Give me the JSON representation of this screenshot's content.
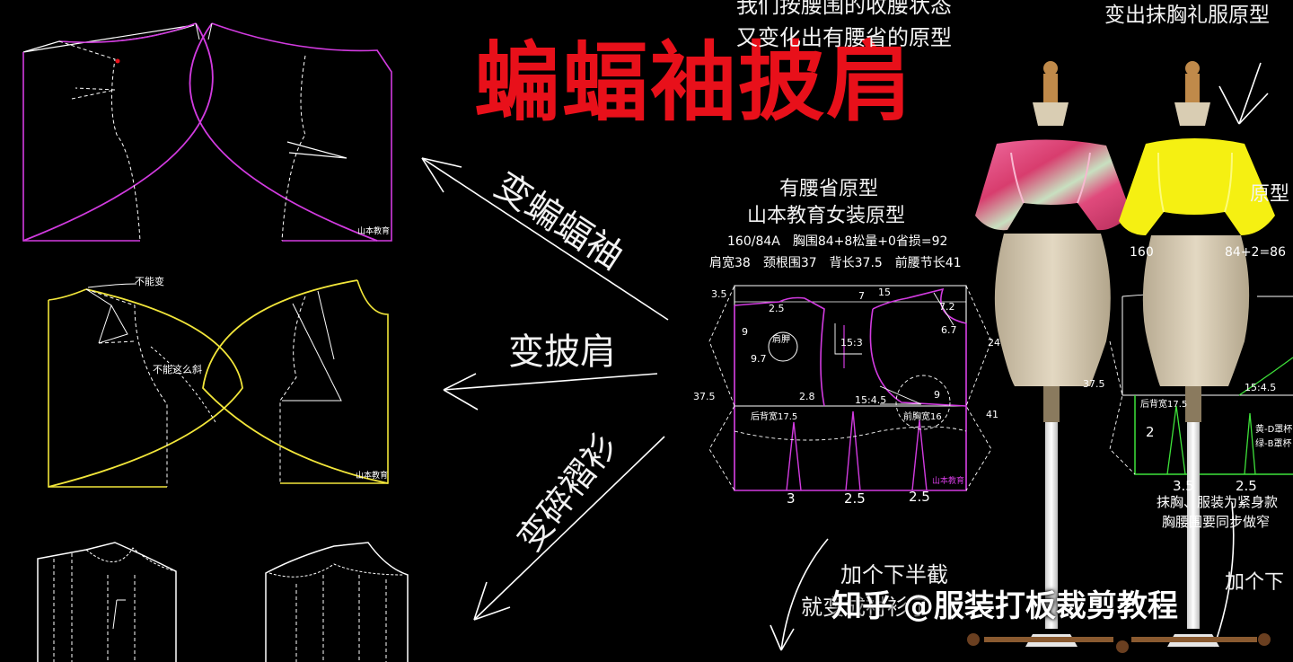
{
  "title": "蝙蝠袖披肩",
  "top_notes": {
    "line1": "我们按腰围的收腰状态",
    "line2": "又变化出有腰省的原型",
    "right": "变出抹胸礼服原型"
  },
  "arrows": {
    "bat": "变蝙蝠袖",
    "shawl": "变披肩",
    "pleat": "变碎褶衫"
  },
  "panel_marks": {
    "brand": "山本教育",
    "cannot_change": "不能变",
    "cannot_slant": "不能这么斜"
  },
  "prototype": {
    "line1": "有腰省原型",
    "line2": "山本教育女装原型",
    "spec1": "160/84A　胸围84+8松量+0省损=92",
    "spec2": "肩宽38　颈根围37　背长37.5　前腰节长41",
    "shoulder": "肩胛",
    "back_width": "后背宽17.5",
    "front_width": "前胸宽16",
    "dims": {
      "d35": "3.5",
      "d7": "7",
      "d15": "15",
      "d72": "7.2",
      "d25a": "2.5",
      "d9a": "9",
      "d67": "6.7",
      "d97": "9.7",
      "d153": "15:3",
      "d24": "24",
      "d28": "2.8",
      "d1545": "15:4.5",
      "d9b": "9",
      "d375": "37.5",
      "d41": "41",
      "b3": "3",
      "b25a": "2.5",
      "b25b": "2.5"
    }
  },
  "right_panel": {
    "size": "160",
    "bust_eq": "84+2=86",
    "yellow_note": "黄-D罩杯",
    "green_note": "绿-B罩杯",
    "back_width": "后背宽17.5",
    "d375": "37.5",
    "d1545": "15:4.5",
    "d2": "2",
    "d35": "3.5",
    "d25": "2.5",
    "note1": "抹胸、服装为紧身款",
    "note2": "胸腰围要同步做窄",
    "add_lower": "加个下"
  },
  "bottom_notes": {
    "add_lower": "加个下半截",
    "becomes": "就变成衬衫了"
  },
  "watermark": "知乎 @服装打板裁剪教程",
  "colors": {
    "title": "#e8101a",
    "magenta": "#d23be0",
    "yellow": "#f2e63a",
    "green": "#3ee23a",
    "cape_pink": "#e0527e",
    "cape_yellow": "#f5f012",
    "mannequin": "#d8ccb4"
  }
}
